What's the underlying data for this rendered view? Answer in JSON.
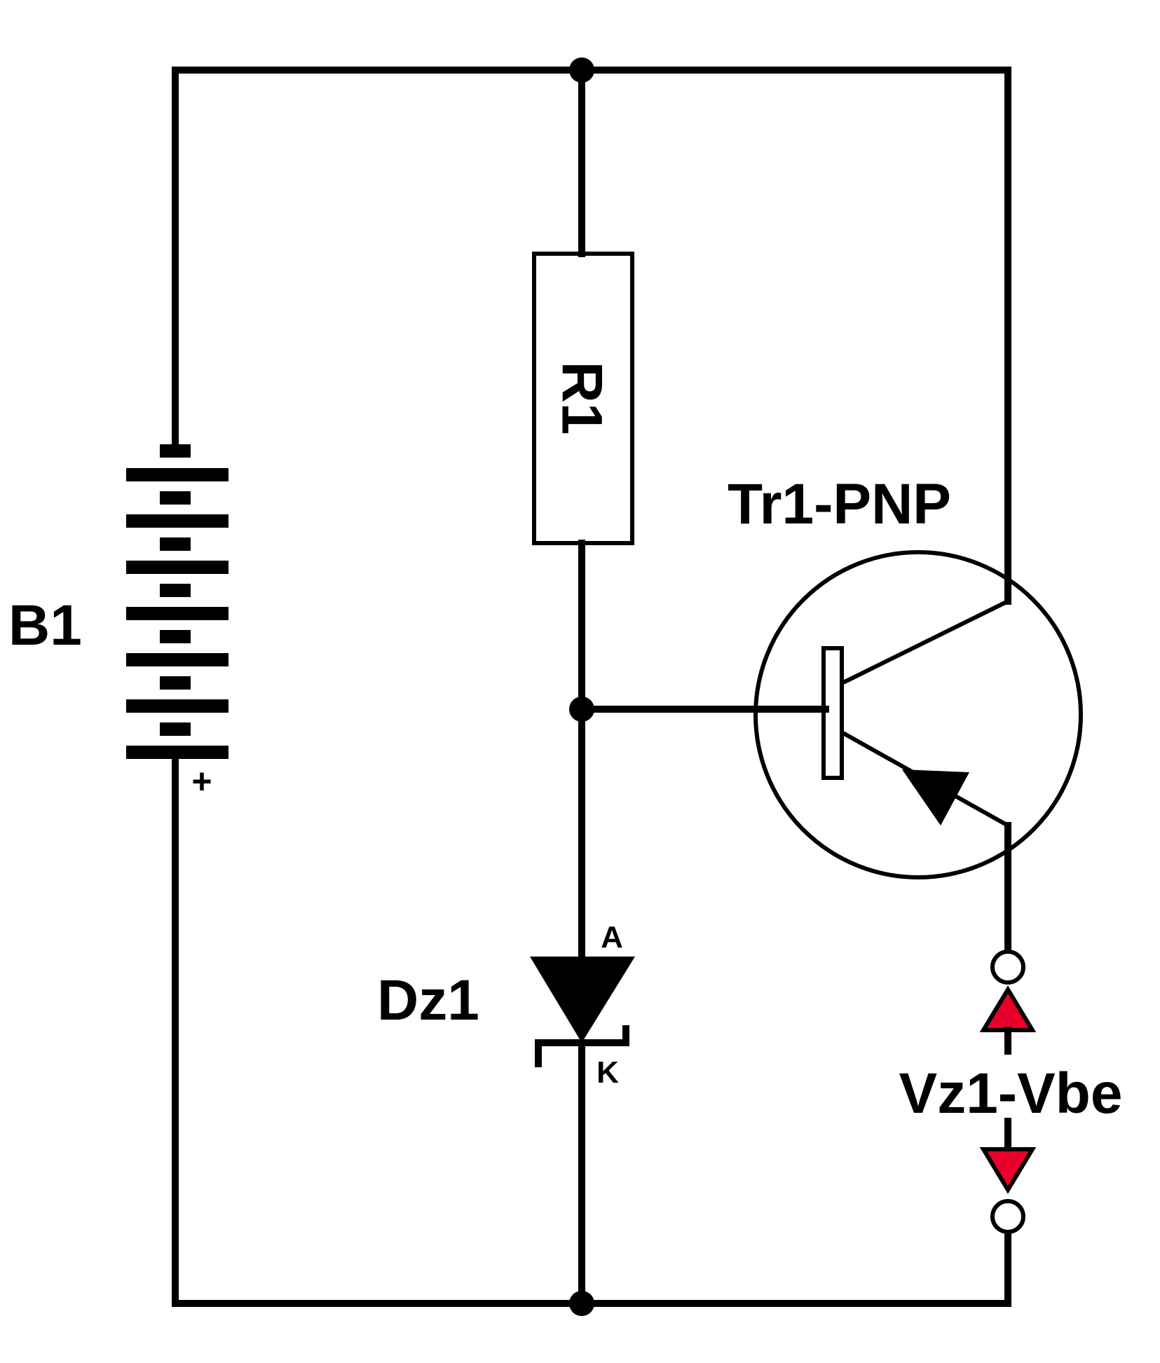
{
  "diagram": {
    "labels": {
      "battery": "B1",
      "battery_polarity": "+",
      "resistor": "R1",
      "transistor": "Tr1-PNP",
      "zener": "Dz1",
      "zener_anode": "A",
      "zener_cathode": "K",
      "output_voltage": "Vz1-Vbe"
    },
    "colors": {
      "wire": "#000000",
      "background": "#ffffff",
      "voltage_arrow": "#e8002a"
    }
  }
}
